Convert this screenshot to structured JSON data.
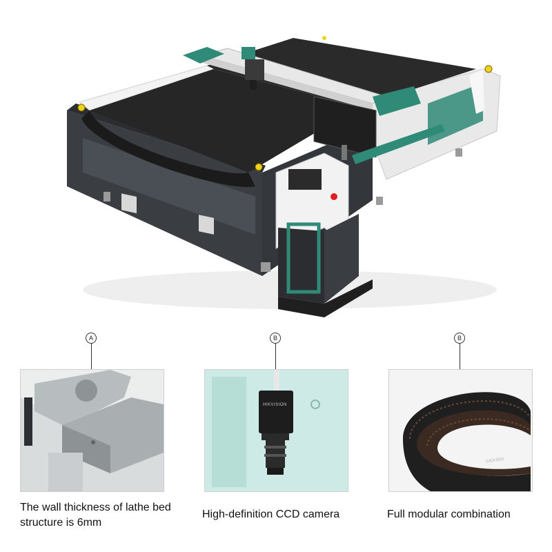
{
  "features": [
    {
      "marker": "A",
      "caption": "The wall thickness of lathe bed structure is 6mm",
      "subject": "lathe-bed-wall"
    },
    {
      "marker": "B",
      "caption": "High-definition CCD camera",
      "subject": "ccd-camera",
      "camera_label": "HIKVISION"
    },
    {
      "marker": "B",
      "caption": "Full modular combination",
      "subject": "timing-belt",
      "belt_label": "640H8M"
    }
  ],
  "colors": {
    "machine_body": "#3a3d42",
    "conveyor_belt": "#262626",
    "frame_white": "#f1f1f1",
    "accent_teal": "#2f8a78",
    "warning_yellow": "#f2d11c",
    "emergency_red": "#e02020"
  }
}
